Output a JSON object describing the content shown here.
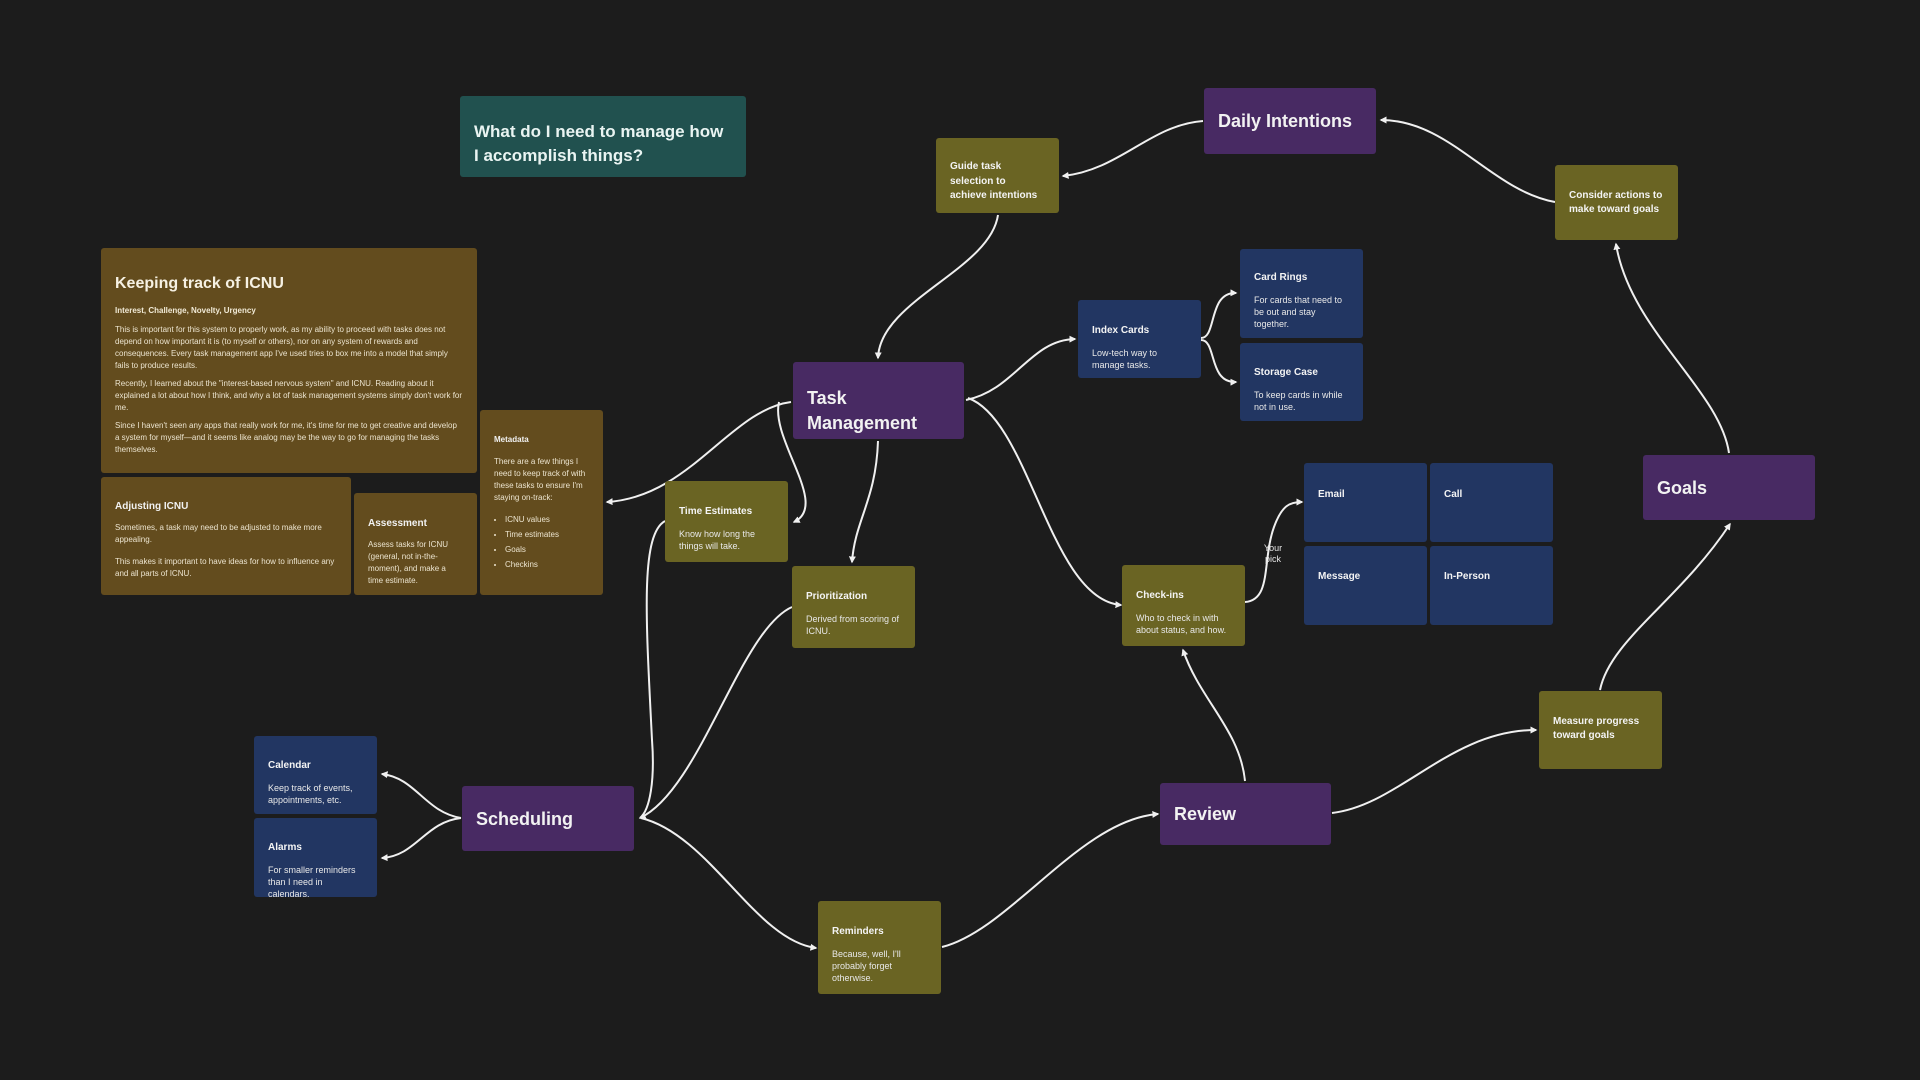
{
  "question": "What do I need to manage how I accomplish things?",
  "icnu": {
    "title": "Keeping track of ICNU",
    "subtitle": "Interest, Challenge, Novelty, Urgency",
    "paragraphs": [
      "This is important for this system to properly work, as my ability to proceed with tasks does not depend on how important it is (to myself or others), nor on any system of rewards and consequences. Every task management app I've used tries to box me into a model that simply fails to produce results.",
      "Recently, I learned about the \"interest-based nervous system\" and ICNU. Reading about it explained a lot about how I think, and why a lot of task management systems simply don't work for me.",
      "Since I haven't seen any apps that really work for me, it's time for me to get creative and develop a system for myself—and it seems like analog may be the way to go for managing the tasks themselves."
    ]
  },
  "adjusting": {
    "title": "Adjusting ICNU",
    "paragraphs": [
      "Sometimes, a task may need to be adjusted to make more appealing.",
      "This makes it important to have ideas for how to influence any and all parts of ICNU."
    ]
  },
  "assessment": {
    "title": "Assessment",
    "desc": "Assess tasks for ICNU (general, not in-the-moment), and make a time estimate."
  },
  "metadata": {
    "title": "Metadata",
    "desc": "There are a few things I need to keep track of with these tasks to ensure I'm staying on-track:",
    "items": [
      "ICNU values",
      "Time estimates",
      "Goals",
      "Checkins"
    ]
  },
  "nodes": {
    "daily_intentions": "Daily Intentions",
    "task_management": "Task Management",
    "scheduling": "Scheduling",
    "review": "Review",
    "goals": "Goals"
  },
  "cards": {
    "guide": {
      "title": "Guide task selection to achieve intentions"
    },
    "consider": {
      "title": "Consider actions to make toward goals"
    },
    "index_cards": {
      "title": "Index Cards",
      "desc": "Low-tech way to manage tasks."
    },
    "card_rings": {
      "title": "Card Rings",
      "desc": "For cards that need to be out and stay together."
    },
    "storage_case": {
      "title": "Storage Case",
      "desc": "To keep cards in while not in use."
    },
    "time_estimates": {
      "title": "Time Estimates",
      "desc": "Know how long the things will take."
    },
    "prioritization": {
      "title": "Prioritization",
      "desc": "Derived from scoring of ICNU."
    },
    "check_ins": {
      "title": "Check-ins",
      "desc": "Who to check in with about status, and how."
    },
    "email": {
      "title": "Email"
    },
    "call": {
      "title": "Call"
    },
    "message": {
      "title": "Message"
    },
    "in_person": {
      "title": "In-Person"
    },
    "calendar": {
      "title": "Calendar",
      "desc": "Keep track of events, appointments, etc."
    },
    "alarms": {
      "title": "Alarms",
      "desc": "For smaller reminders than I need in calendars."
    },
    "reminders": {
      "title": "Reminders",
      "desc": "Because, well, I'll probably forget otherwise."
    },
    "measure": {
      "title": "Measure progress toward goals"
    }
  },
  "edge_label_pick": "Your pick",
  "colors": {
    "background": "#1c1c1c",
    "olive": "#6a6423",
    "blue": "#223662",
    "purple": "#482a63",
    "brown": "#634c1e",
    "teal": "#21514f",
    "connector": "#f0f0f0"
  }
}
